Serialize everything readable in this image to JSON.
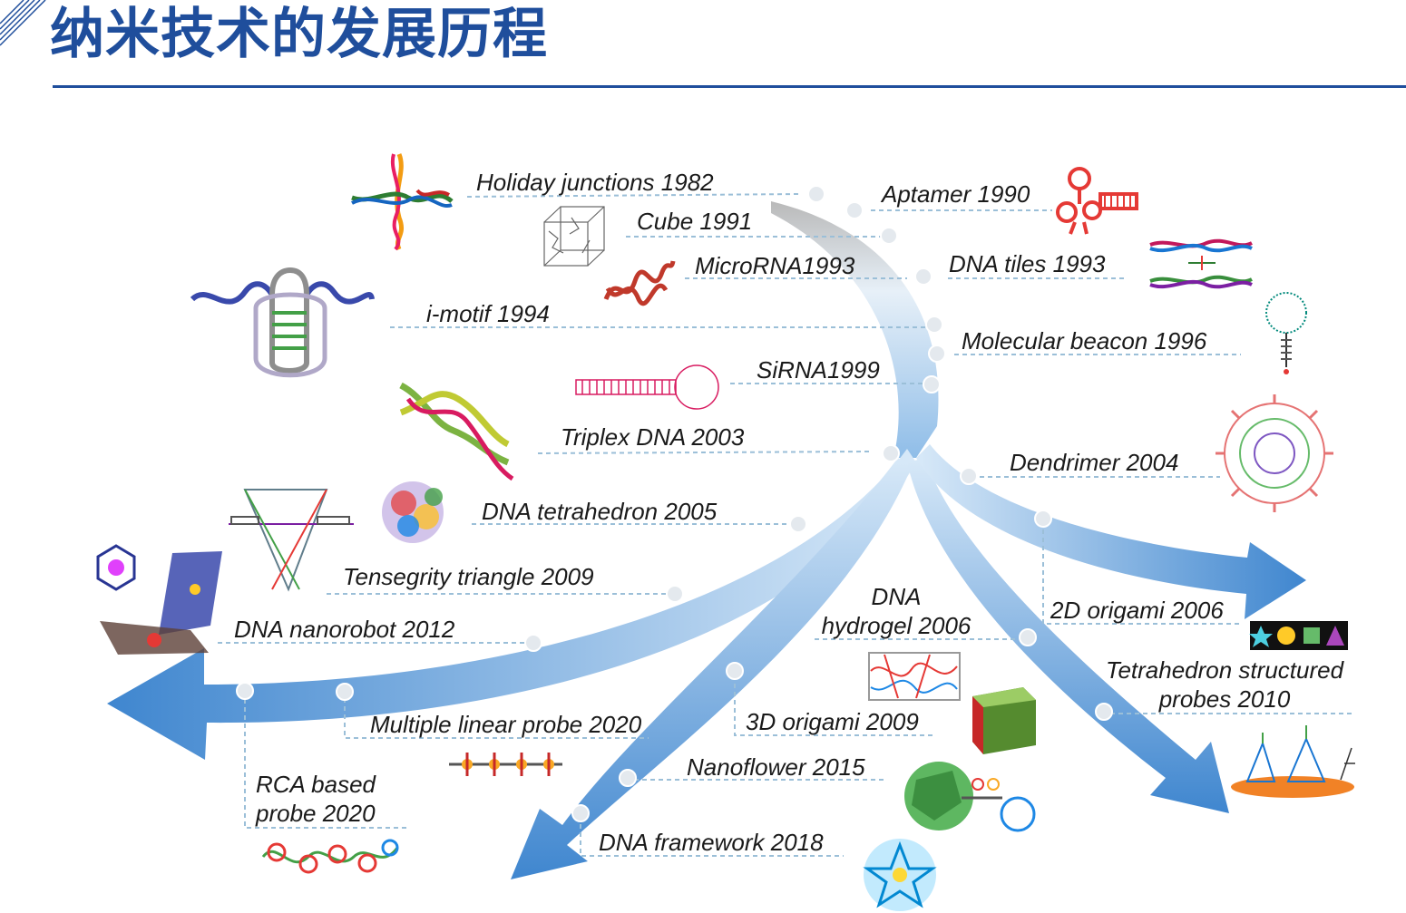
{
  "title": "纳米技术的发展历程",
  "milestones": [
    {
      "name": "Holiday junctions",
      "year": 1982,
      "label": "Holiday junctions 1982"
    },
    {
      "name": "Aptamer",
      "year": 1990,
      "label": "Aptamer 1990"
    },
    {
      "name": "Cube",
      "year": 1991,
      "label": "Cube 1991"
    },
    {
      "name": "MicroRNA",
      "year": 1993,
      "label": "MicroRNA1993"
    },
    {
      "name": "DNA tiles",
      "year": 1993,
      "label": "DNA tiles 1993"
    },
    {
      "name": "i-motif",
      "year": 1994,
      "label": "i-motif 1994"
    },
    {
      "name": "Molecular beacon",
      "year": 1996,
      "label": "Molecular beacon 1996"
    },
    {
      "name": "SiRNA",
      "year": 1999,
      "label": "SiRNA1999"
    },
    {
      "name": "Triplex DNA",
      "year": 2003,
      "label": "Triplex DNA 2003"
    },
    {
      "name": "Dendrimer",
      "year": 2004,
      "label": "Dendrimer 2004"
    },
    {
      "name": "DNA tetrahedron",
      "year": 2005,
      "label": "DNA tetrahedron 2005"
    },
    {
      "name": "Tensegrity triangle",
      "year": 2009,
      "label": "Tensegrity triangle 2009"
    },
    {
      "name": "DNA hydrogel",
      "year": 2006,
      "label_line1": "DNA",
      "label_line2": "hydrogel 2006"
    },
    {
      "name": "2D origami",
      "year": 2006,
      "label": "2D origami 2006"
    },
    {
      "name": "DNA nanorobot",
      "year": 2012,
      "label": "DNA nanorobot 2012"
    },
    {
      "name": "Tetrahedron structured probes",
      "year": 2010,
      "label_line1": "Tetrahedron structured",
      "label_line2": "probes 2010"
    },
    {
      "name": "3D origami",
      "year": 2009,
      "label": "3D origami 2009"
    },
    {
      "name": "Multiple linear probe",
      "year": 2020,
      "label": "Multiple linear probe 2020"
    },
    {
      "name": "Nanoflower",
      "year": 2015,
      "label": "Nanoflower 2015"
    },
    {
      "name": "RCA based probe",
      "year": 2020,
      "label_line1": "RCA based",
      "label_line2": "probe  2020"
    },
    {
      "name": "DNA framework",
      "year": 2018,
      "label": "DNA framework 2018"
    }
  ],
  "colors": {
    "title": "#1f4e9c",
    "rule": "#1f4e9c",
    "arrow_dark": "#4a8fd4",
    "arrow_light": "#d8e9f8",
    "leader": "#9bbfd8",
    "node": "#e2e8ee"
  },
  "icons": [
    "holiday-junction-icon",
    "cube-structure-icon",
    "microrna-icon",
    "aptamer-icon",
    "dna-tiles-icon",
    "i-motif-icon",
    "molecular-beacon-icon",
    "sirna-icon",
    "triplex-dna-icon",
    "dendrimer-icon",
    "dna-tetrahedron-icon",
    "tensegrity-triangle-icon",
    "dna-nanorobot-icon",
    "2d-origami-icon",
    "dna-hydrogel-icon",
    "3d-origami-icon",
    "tetrahedron-probe-icon",
    "multiple-linear-probe-icon",
    "nanoflower-icon",
    "rca-probe-icon",
    "dna-framework-icon"
  ]
}
